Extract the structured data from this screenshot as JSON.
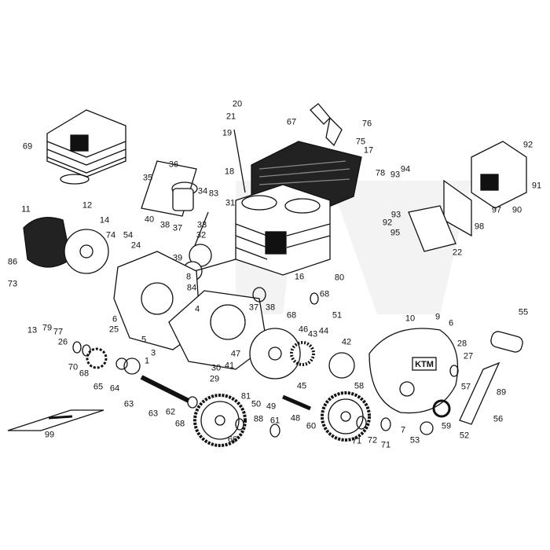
{
  "diagram": {
    "type": "exploded-parts-view",
    "brand_mark": "KTM",
    "manual_book_label": "99",
    "part_labels": [
      "20",
      "21",
      "19",
      "67",
      "76",
      "75",
      "17",
      "92",
      "69",
      "36",
      "35",
      "18",
      "78",
      "94",
      "93",
      "91",
      "34",
      "83",
      "31",
      "12",
      "11",
      "14",
      "90",
      "97",
      "40",
      "38",
      "37",
      "33",
      "93",
      "92",
      "95",
      "98",
      "74",
      "54",
      "24",
      "32",
      "39",
      "22",
      "86",
      "73",
      "8",
      "84",
      "16",
      "80",
      "68",
      "37",
      "38",
      "13",
      "79",
      "77",
      "26",
      "6",
      "25",
      "5",
      "4",
      "3",
      "1",
      "68",
      "51",
      "10",
      "9",
      "6",
      "55",
      "46",
      "43",
      "44",
      "42",
      "28",
      "27",
      "70",
      "68",
      "65",
      "64",
      "63",
      "47",
      "41",
      "30",
      "29",
      "45",
      "58",
      "57",
      "89",
      "63",
      "62",
      "68",
      "81",
      "50",
      "49",
      "48",
      "60",
      "7",
      "59",
      "56",
      "52",
      "53",
      "99",
      "66",
      "88",
      "61",
      "71",
      "72",
      "71"
    ]
  }
}
